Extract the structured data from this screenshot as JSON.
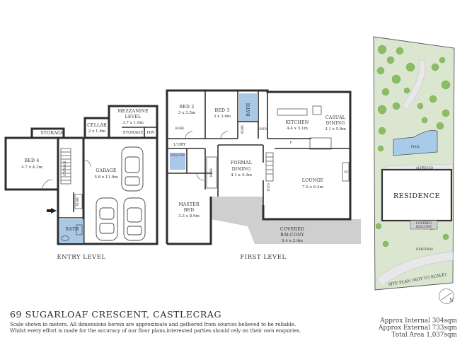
{
  "rooms": {
    "storage_left": "STORAGE",
    "bed4": {
      "name": "BED 4",
      "size": "4.7 x 4.3m"
    },
    "cellar": {
      "name": "CELLAR",
      "size": "2 x 1.8m"
    },
    "mezzanine": {
      "name": "MEZZANINE",
      "name2": "LEVEL",
      "size": "3.7 x 1.6m"
    },
    "storage_mid": "STORAGE",
    "hw": "HW",
    "garage": {
      "name": "GARAGE",
      "size": "5.8 x 11.8m"
    },
    "bath_entry": "BATH",
    "storage_vert": "STORAGE",
    "robe_entry": "ROBE",
    "bed2": {
      "name": "BED 2",
      "size": "3 x 3.5m"
    },
    "bed3": {
      "name": "BED 3",
      "size": "3 x 3.6m"
    },
    "bath_first": "BATH",
    "robe_b2": "ROBE",
    "robe_b3": "ROBE",
    "linen": "LINEN",
    "laundry": "L'DRY",
    "ensuite": "ENSUITE",
    "robe_master": "ROBE",
    "master": {
      "name": "MASTER",
      "name2": "BED",
      "size": "3.3 x 8.9m"
    },
    "formal": {
      "name": "FORMAL",
      "name2": "DINING",
      "size": "4.1 x 4.3m"
    },
    "void": "VOID",
    "kitchen": {
      "name": "KITCHEN",
      "size": "4.4 x 5.1m"
    },
    "casual": {
      "name": "CASUAL",
      "name2": "DINING",
      "size": "3.1 x 5.8m"
    },
    "lounge": {
      "name": "LOUNGE",
      "size": "7.9 x 6.3m"
    },
    "fp": "FP",
    "f": "F",
    "balcony": {
      "name": "COVERED",
      "name2": "BALCONY",
      "size": "9.4 x 2.4m"
    }
  },
  "levels": {
    "entry": "ENTRY LEVEL",
    "first": "FIRST LEVEL",
    "site": "SITE PLAN (NOT TO SCALE)"
  },
  "site": {
    "residence": "RESIDENCE",
    "pool": "POOL",
    "alfresco": "ALFRESCO",
    "covered_balcony_1": "COVERED",
    "covered_balcony_2": "BALCONY",
    "driveway": "DRIVEWAY"
  },
  "footer": {
    "address": "69 SUGARLOAF CRESCENT, CASTLECRAG",
    "disclaimer_1": "Scale shown in meters. All dimensions herein are approximate and gathered from sources believed to be reliable.",
    "disclaimer_2": "Whilst every effort is made for the accuracy of our floor plans,interested parties should rely on their own enquiries.",
    "internal": "Approx Internal 304sqm",
    "external": "Approx External 733sqm",
    "total": "Total Area 1,037sqm"
  },
  "compass": {
    "label": "N"
  },
  "colors": {
    "bath": "#a8c8e6",
    "deck": "#cfcfcf",
    "trees": "#8bbd63",
    "pool": "#a9cbea"
  }
}
